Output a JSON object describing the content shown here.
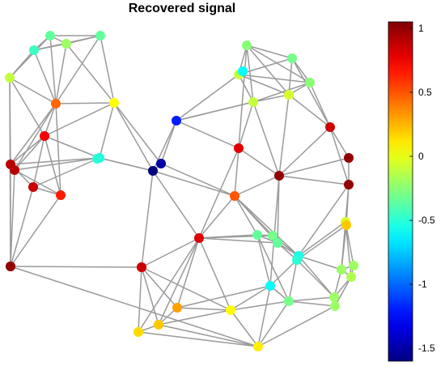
{
  "title": "Recovered signal",
  "colorbar": {
    "colormap": "jet",
    "range": [
      -1.6,
      1.05
    ],
    "ticks": [
      {
        "value": 1,
        "label": "1"
      },
      {
        "value": 0.5,
        "label": "0.5"
      },
      {
        "value": 0,
        "label": "0"
      },
      {
        "value": -0.5,
        "label": "-0.5"
      },
      {
        "value": -1,
        "label": "-1"
      },
      {
        "value": -1.5,
        "label": "-1.5"
      }
    ]
  },
  "graph": {
    "edge_color": "#9a9a9a",
    "nodes": [
      {
        "id": "n1",
        "value": -0.35
      },
      {
        "id": "n2",
        "value": -0.2
      },
      {
        "id": "n3",
        "value": -0.35
      },
      {
        "id": "n4",
        "value": -0.45
      },
      {
        "id": "n5",
        "value": -0.1
      },
      {
        "id": "n6",
        "value": 0.45
      },
      {
        "id": "n7",
        "value": 0.05
      },
      {
        "id": "n8",
        "value": 0.75
      },
      {
        "id": "n9",
        "value": -0.55
      },
      {
        "id": "n10",
        "value": 0.9
      },
      {
        "id": "n11",
        "value": 0.9
      },
      {
        "id": "n12",
        "value": 0.85
      },
      {
        "id": "n13",
        "value": 0.65
      },
      {
        "id": "n14",
        "value": -1.2
      },
      {
        "id": "n15",
        "value": -1.5
      },
      {
        "id": "n16",
        "value": -1.6
      },
      {
        "id": "n17",
        "value": 1.0
      },
      {
        "id": "n18",
        "value": -0.25
      },
      {
        "id": "n19",
        "value": -0.3
      },
      {
        "id": "n20",
        "value": -0.1
      },
      {
        "id": "n21",
        "value": -0.25
      },
      {
        "id": "n22",
        "value": -0.05
      },
      {
        "id": "n23",
        "value": -0.1
      },
      {
        "id": "n24",
        "value": -0.05
      },
      {
        "id": "n25",
        "value": 0.85
      },
      {
        "id": "n26",
        "value": 0.8
      },
      {
        "id": "n27",
        "value": 1.0
      },
      {
        "id": "n28",
        "value": 1.0
      },
      {
        "id": "n29",
        "value": 1.0
      },
      {
        "id": "n30",
        "value": 0.5
      },
      {
        "id": "n31",
        "value": 0.8
      },
      {
        "id": "n32",
        "value": 0.85
      },
      {
        "id": "n33",
        "value": 0.2
      },
      {
        "id": "n34",
        "value": -0.35
      },
      {
        "id": "n35",
        "value": -0.3
      },
      {
        "id": "n36",
        "value": -0.35
      },
      {
        "id": "n37",
        "value": -0.55
      },
      {
        "id": "n38",
        "value": -0.5
      },
      {
        "id": "n39",
        "value": -0.6
      },
      {
        "id": "n40",
        "value": -0.2
      },
      {
        "id": "n41",
        "value": -0.2
      },
      {
        "id": "n42",
        "value": -0.15
      },
      {
        "id": "n43",
        "value": -0.2
      },
      {
        "id": "n44",
        "value": -0.3
      },
      {
        "id": "n45",
        "value": -0.2
      },
      {
        "id": "n46",
        "value": 1.0
      },
      {
        "id": "n47",
        "value": 0.85
      },
      {
        "id": "n48",
        "value": 0.3
      },
      {
        "id": "n49",
        "value": 0.05
      },
      {
        "id": "n50",
        "value": 0.2
      },
      {
        "id": "n51",
        "value": 0.15
      },
      {
        "id": "n52",
        "value": 0.1
      },
      {
        "id": "n53",
        "value": -0.6
      },
      {
        "id": "n54",
        "value": -0.5
      }
    ]
  }
}
